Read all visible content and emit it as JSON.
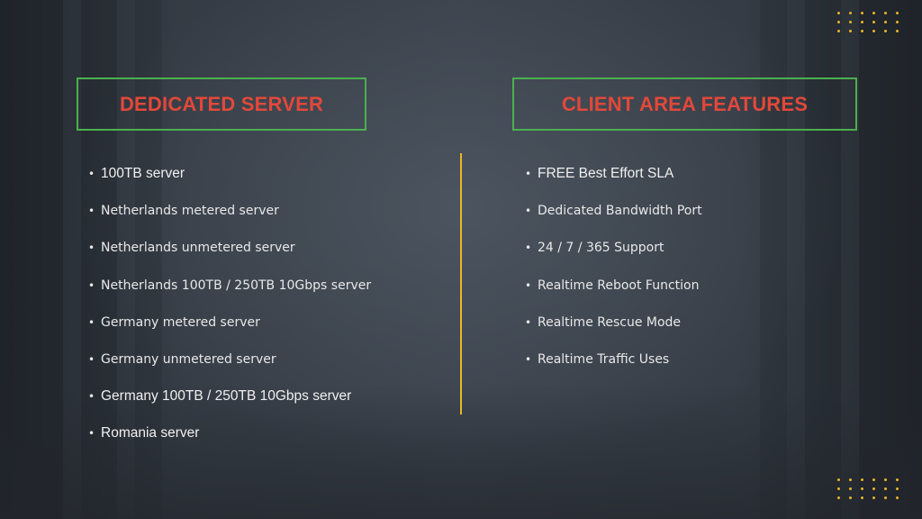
{
  "colors": {
    "accent_heading": "#e2483a",
    "box_border": "#4caf50",
    "divider": "#e8b828",
    "dots": "#e7b526"
  },
  "left": {
    "heading": "DEDICATED SERVER",
    "items": [
      "100TB server",
      "Netherlands metered server",
      "Netherlands unmetered server",
      "Netherlands 100TB / 250TB 10Gbps server",
      "Germany metered server",
      "Germany unmetered server",
      "Germany 100TB / 250TB 10Gbps server",
      "Romania server"
    ]
  },
  "right": {
    "heading": "CLIENT AREA FEATURES",
    "items": [
      "FREE Best Effort SLA",
      "Dedicated Bandwidth Port",
      "24 / 7 / 365 Support",
      "Realtime Reboot Function",
      "Realtime Rescue Mode",
      "Realtime Traffic Uses"
    ]
  },
  "bullet": "•"
}
